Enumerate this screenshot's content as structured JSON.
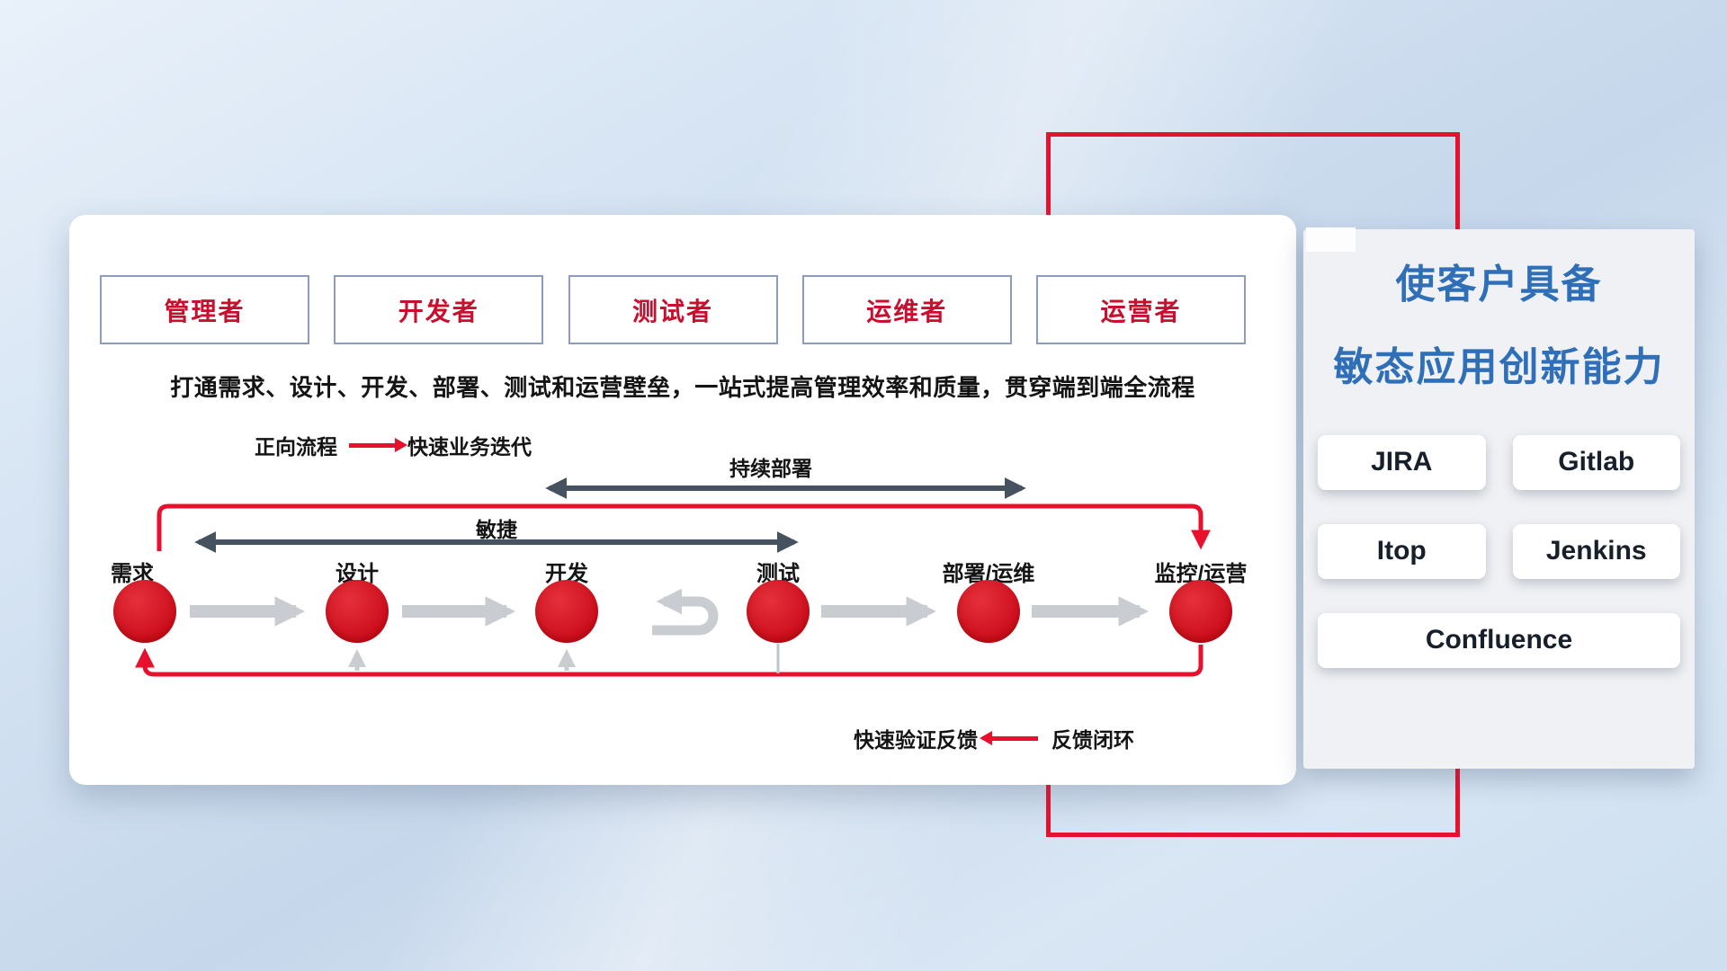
{
  "roles": [
    "管理者",
    "开发者",
    "测试者",
    "运维者",
    "运营者"
  ],
  "subtitle": "打通需求、设计、开发、部署、测试和运营壁垒，一站式提高管理效率和质量，贯穿端到端全流程",
  "legend": {
    "forward_label": "正向流程",
    "forward_desc": "快速业务迭代",
    "feedback_desc": "快速验证反馈",
    "feedback_label": "反馈闭环"
  },
  "flow": {
    "continuous_deploy_label": "持续部署",
    "agile_label": "敏捷",
    "stages": [
      "需求",
      "设计",
      "开发",
      "测试",
      "部署/运维",
      "监控/运营"
    ]
  },
  "right_panel": {
    "title_line1": "使客户具备",
    "title_line2": "敏态应用创新能力",
    "tools": [
      "JIRA",
      "Gitlab",
      "Itop",
      "Jenkins",
      "Confluence"
    ]
  },
  "colors": {
    "accent_red": "#e8112d",
    "node_red": "#cc0d1b",
    "role_text_red": "#c8102e",
    "title_blue": "#2f6fb8",
    "light_arrow_gray": "#c9cdd1",
    "dark_arrow_gray": "#46525f",
    "role_box_border": "#8b9cc0"
  }
}
